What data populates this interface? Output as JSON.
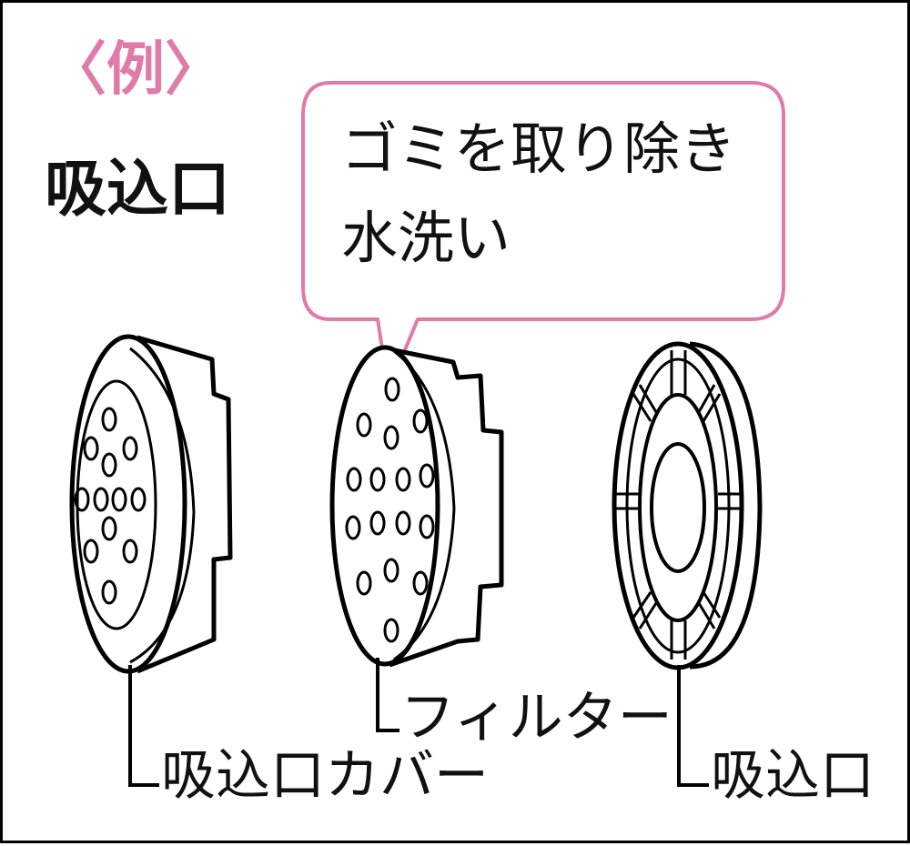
{
  "example_tag": "〈例〉",
  "heading": "吸込口",
  "callout": {
    "line1": "ゴミを取り除き",
    "line2": "水洗い",
    "border_color": "#e07aa8"
  },
  "parts": [
    {
      "label": "吸込口カバー"
    },
    {
      "label": "フィルター"
    },
    {
      "label": "吸込口"
    }
  ]
}
